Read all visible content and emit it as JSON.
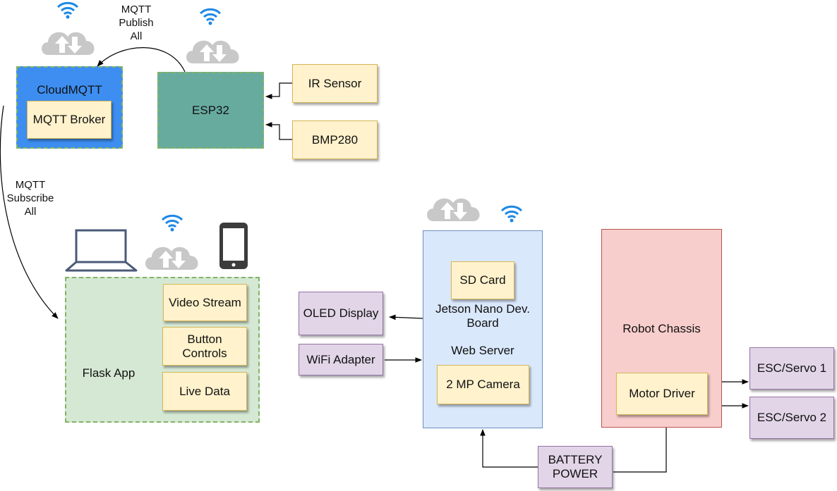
{
  "cloudmqtt": {
    "title": "CloudMQTT",
    "broker": "MQTT Broker"
  },
  "esp32": {
    "title": "ESP32"
  },
  "sensors": {
    "ir": "IR Sensor",
    "bmp": "BMP280"
  },
  "notes": {
    "publish": "MQTT\nPublish\nAll",
    "subscribe": "MQTT\nSubscribe\nAll"
  },
  "flask": {
    "title": "Flask App",
    "video": "Video Stream",
    "buttons": "Button\nControls",
    "live": "Live Data"
  },
  "peripherals": {
    "oled": "OLED Display",
    "wifi": "WiFi Adapter"
  },
  "jetson": {
    "board": "Jetson Nano Dev.\nBoard",
    "webserver": "Web Server",
    "sdcard": "SD Card",
    "sd_icon_text": "SD",
    "camera": "2 MP Camera"
  },
  "robot": {
    "title": "Robot Chassis",
    "motor": "Motor Driver"
  },
  "esc": {
    "one": "ESC/Servo 1",
    "two": "ESC/Servo 2"
  },
  "battery": {
    "label": "BATTERY\nPOWER"
  },
  "colors": {
    "cloudmqtt_fill": "#3d8ef0",
    "esp32_fill": "#67ab9f",
    "flask_fill": "#d5e8d4",
    "jetson_fill": "#dae8fc",
    "robot_fill": "#f8cecc",
    "wifi_icon": "#1e88e5",
    "cloud_icon": "#c8c8c8"
  }
}
